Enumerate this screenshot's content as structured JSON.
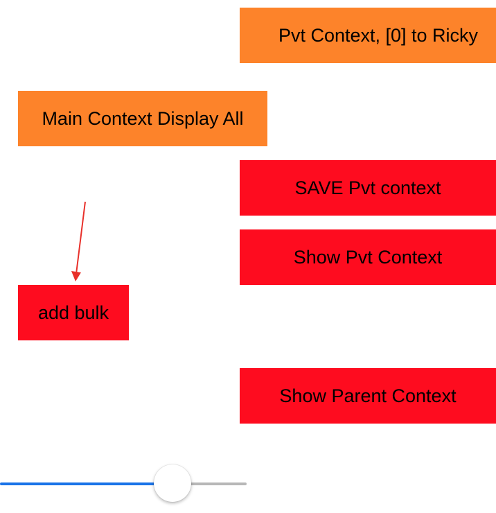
{
  "buttons": {
    "pvt_context_ricky": "Pvt Context, [0] to Ricky",
    "main_context_display_all": "Main Context Display All",
    "save_pvt_context": "SAVE Pvt context",
    "show_pvt_context": "Show Pvt Context",
    "add_bulk": "add bulk",
    "show_parent_context": "Show Parent Context"
  },
  "colors": {
    "orange_button": "#fd832a",
    "red_button": "#fe0c1f",
    "slider_min_track": "#1a73e8",
    "slider_max_track": "#b7b7b7",
    "annotation_arrow": "#e8302a"
  },
  "slider": {
    "value_fraction": 0.69
  },
  "icons": {
    "annotation": "arrow-down-icon"
  }
}
